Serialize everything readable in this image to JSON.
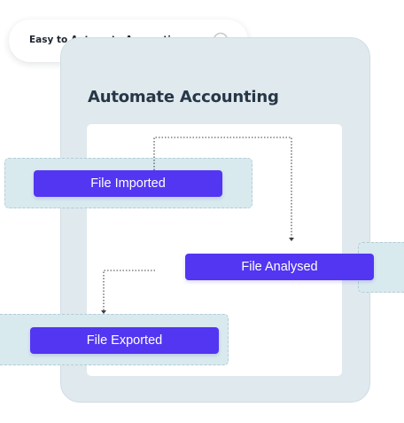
{
  "search": {
    "label": "Easy to Automate Accounting",
    "icon": "search-icon"
  },
  "card": {
    "title": "Automate Accounting"
  },
  "steps": [
    {
      "label": "File Imported"
    },
    {
      "label": "File Analysed"
    },
    {
      "label": "File Exported"
    }
  ],
  "colors": {
    "step_fill": "#5236f2",
    "step_text": "#ffffff",
    "card_background": "#dfe9ee",
    "band_background": "#d9eaef",
    "title_text": "#273747",
    "connector": "#3a3f47"
  }
}
